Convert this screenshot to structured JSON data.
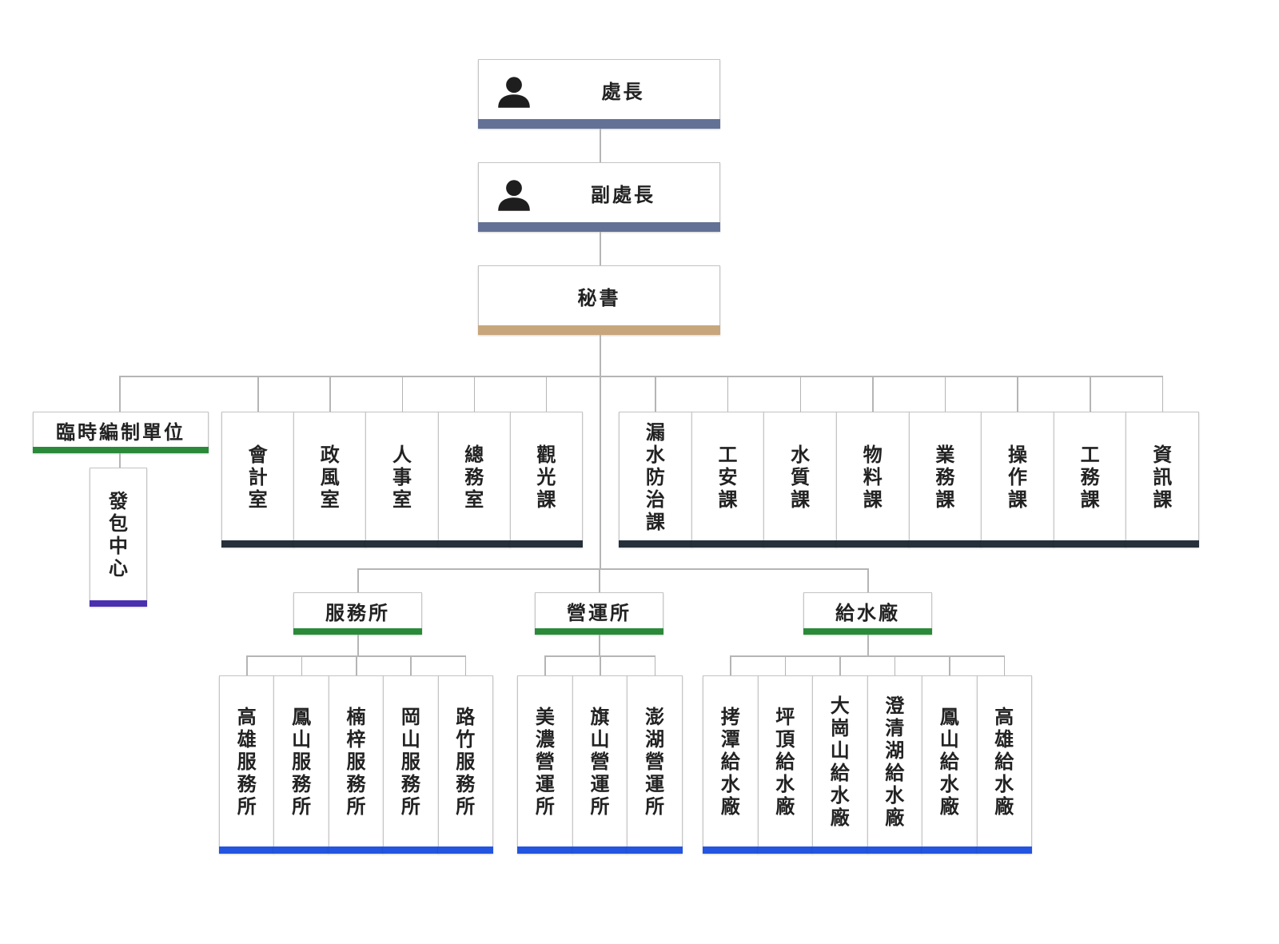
{
  "top": [
    {
      "id": "director",
      "label": "處長",
      "icon": "person-icon",
      "bar": "#647196"
    },
    {
      "id": "deputy",
      "label": "副處長",
      "icon": "person-icon",
      "bar": "#647196"
    },
    {
      "id": "secretary",
      "label": "秘書",
      "bar": "#c8a67c"
    }
  ],
  "temporary": {
    "label": "臨時編制單位",
    "bar": "#2a8a3a",
    "child": {
      "label": "發包中心",
      "bar": "#4a2fb0"
    }
  },
  "offices": {
    "bar": "#25303a",
    "items": [
      "會計室",
      "政風室",
      "人事室",
      "總務室",
      "觀光課"
    ]
  },
  "sections": {
    "bar": "#25303a",
    "items": [
      "漏水防治課",
      "工安課",
      "水質課",
      "物料課",
      "業務課",
      "操作課",
      "工務課",
      "資訊課"
    ]
  },
  "branches": [
    {
      "label": "服務所",
      "bar": "#2a8a3a",
      "childBar": "#2355e0",
      "children": [
        "高雄服務所",
        "鳳山服務所",
        "楠梓服務所",
        "岡山服務所",
        "路竹服務所"
      ]
    },
    {
      "label": "營運所",
      "bar": "#2a8a3a",
      "childBar": "#2355e0",
      "children": [
        "美濃營運所",
        "旗山營運所",
        "澎湖營運所"
      ]
    },
    {
      "label": "給水廠",
      "bar": "#2a8a3a",
      "childBar": "#2355e0",
      "children": [
        "拷潭給水廠",
        "坪頂給水廠",
        "大崗山給水廠",
        "澄清湖給水廠",
        "鳳山給水廠",
        "高雄給水廠"
      ]
    }
  ]
}
